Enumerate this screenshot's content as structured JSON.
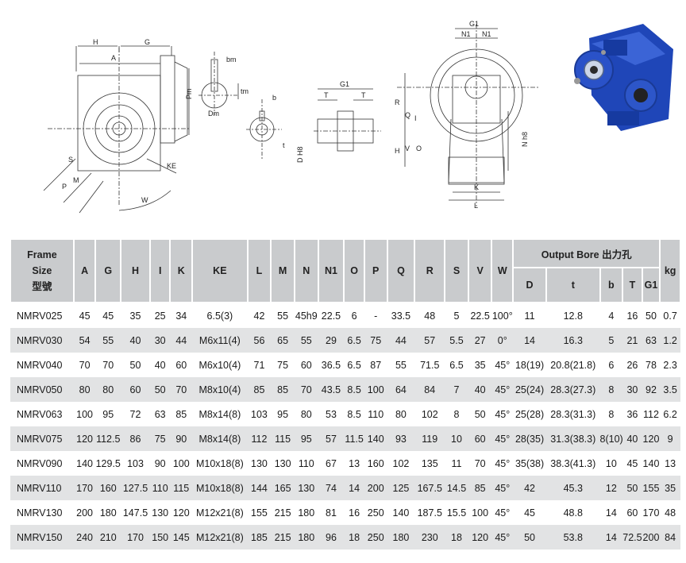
{
  "drawing_labels": {
    "front_view": [
      "H",
      "G",
      "A",
      "Pm",
      "S",
      "M",
      "P",
      "KE",
      "W"
    ],
    "shaft_end": [
      "bm",
      "tm",
      "Dm"
    ],
    "bore_section": [
      "b",
      "t",
      "D H8"
    ],
    "output_shaft": [
      "G1",
      "T",
      "T"
    ],
    "side_view": [
      "G1",
      "N1",
      "N1",
      "R",
      "Q",
      "I",
      "H",
      "V",
      "O",
      "N h8",
      "K",
      "L"
    ]
  },
  "table": {
    "header": {
      "frame_size_lines": [
        "Frame",
        "Size",
        "型號"
      ],
      "columns": [
        "A",
        "G",
        "H",
        "I",
        "K",
        "KE",
        "L",
        "M",
        "N",
        "N1",
        "O",
        "P",
        "Q",
        "R",
        "S",
        "V",
        "W"
      ],
      "output_bore_group": "Output Bore 出力孔",
      "output_bore_columns": [
        "D",
        "t",
        "b",
        "T",
        "G1"
      ],
      "weight": "kg"
    },
    "rows": [
      [
        "NMRV025",
        "45",
        "45",
        "35",
        "25",
        "34",
        "6.5(3)",
        "42",
        "55",
        "45h9",
        "22.5",
        "6",
        "-",
        "33.5",
        "48",
        "5",
        "22.5",
        "100°",
        "11",
        "12.8",
        "4",
        "16",
        "50",
        "0.7"
      ],
      [
        "NMRV030",
        "54",
        "55",
        "40",
        "30",
        "44",
        "M6x11(4)",
        "56",
        "65",
        "55",
        "29",
        "6.5",
        "75",
        "44",
        "57",
        "5.5",
        "27",
        "0°",
        "14",
        "16.3",
        "5",
        "21",
        "63",
        "1.2"
      ],
      [
        "NMRV040",
        "70",
        "70",
        "50",
        "40",
        "60",
        "M6x10(4)",
        "71",
        "75",
        "60",
        "36.5",
        "6.5",
        "87",
        "55",
        "71.5",
        "6.5",
        "35",
        "45°",
        "18(19)",
        "20.8(21.8)",
        "6",
        "26",
        "78",
        "2.3"
      ],
      [
        "NMRV050",
        "80",
        "80",
        "60",
        "50",
        "70",
        "M8x10(4)",
        "85",
        "85",
        "70",
        "43.5",
        "8.5",
        "100",
        "64",
        "84",
        "7",
        "40",
        "45°",
        "25(24)",
        "28.3(27.3)",
        "8",
        "30",
        "92",
        "3.5"
      ],
      [
        "NMRV063",
        "100",
        "95",
        "72",
        "63",
        "85",
        "M8x14(8)",
        "103",
        "95",
        "80",
        "53",
        "8.5",
        "110",
        "80",
        "102",
        "8",
        "50",
        "45°",
        "25(28)",
        "28.3(31.3)",
        "8",
        "36",
        "112",
        "6.2"
      ],
      [
        "NMRV075",
        "120",
        "112.5",
        "86",
        "75",
        "90",
        "M8x14(8)",
        "112",
        "115",
        "95",
        "57",
        "11.5",
        "140",
        "93",
        "119",
        "10",
        "60",
        "45°",
        "28(35)",
        "31.3(38.3)",
        "8(10)",
        "40",
        "120",
        "9"
      ],
      [
        "NMRV090",
        "140",
        "129.5",
        "103",
        "90",
        "100",
        "M10x18(8)",
        "130",
        "130",
        "110",
        "67",
        "13",
        "160",
        "102",
        "135",
        "11",
        "70",
        "45°",
        "35(38)",
        "38.3(41.3)",
        "10",
        "45",
        "140",
        "13"
      ],
      [
        "NMRV110",
        "170",
        "160",
        "127.5",
        "110",
        "115",
        "M10x18(8)",
        "144",
        "165",
        "130",
        "74",
        "14",
        "200",
        "125",
        "167.5",
        "14.5",
        "85",
        "45°",
        "42",
        "45.3",
        "12",
        "50",
        "155",
        "35"
      ],
      [
        "NMRV130",
        "200",
        "180",
        "147.5",
        "130",
        "120",
        "M12x21(8)",
        "155",
        "215",
        "180",
        "81",
        "16",
        "250",
        "140",
        "187.5",
        "15.5",
        "100",
        "45°",
        "45",
        "48.8",
        "14",
        "60",
        "170",
        "48"
      ],
      [
        "NMRV150",
        "240",
        "210",
        "170",
        "150",
        "145",
        "M12x21(8)",
        "185",
        "215",
        "180",
        "96",
        "18",
        "250",
        "180",
        "230",
        "18",
        "120",
        "45°",
        "50",
        "53.8",
        "14",
        "72.5",
        "200",
        "84"
      ]
    ]
  }
}
